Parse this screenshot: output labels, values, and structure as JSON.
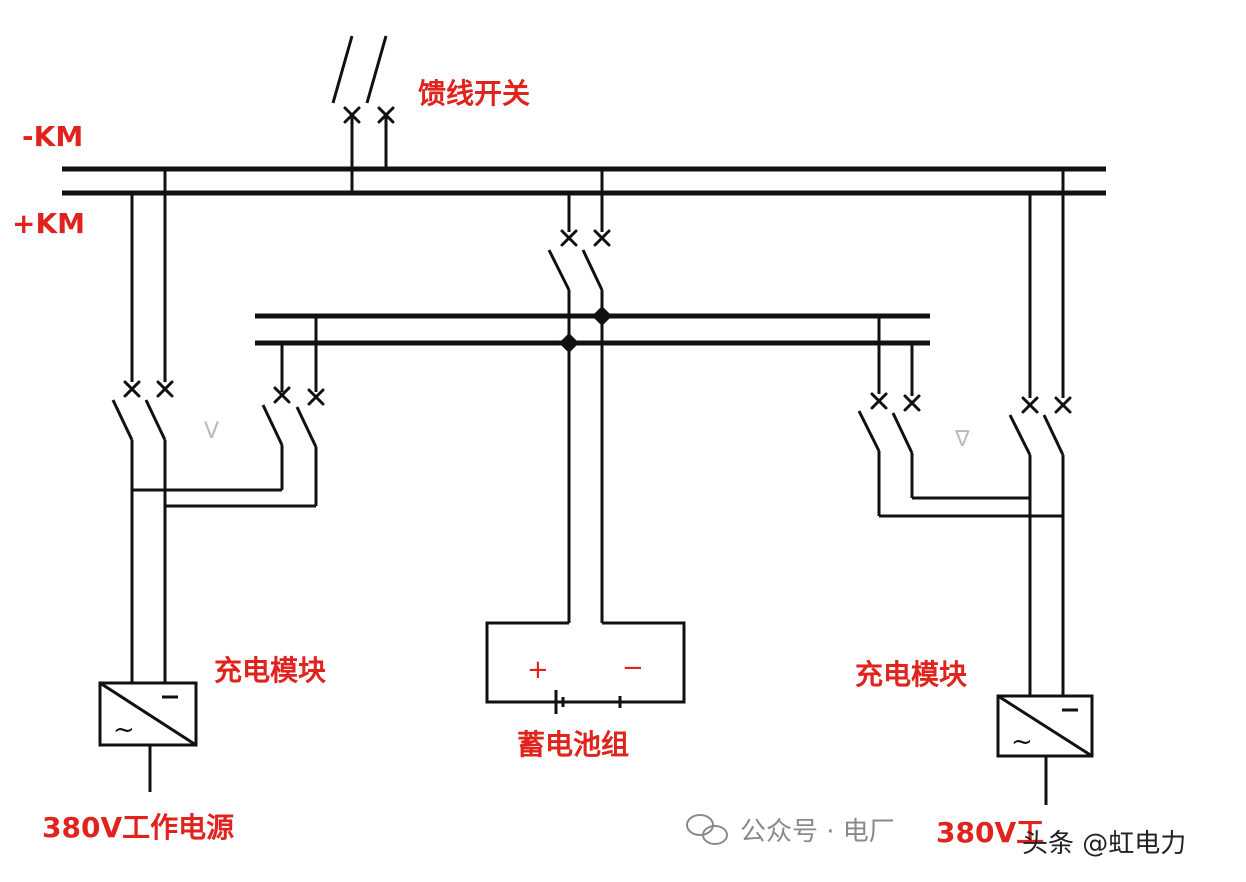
{
  "labels": {
    "neg_bus": "-KM",
    "pos_bus": "+KM",
    "feeder_switch": "馈线开关",
    "charger_left": "充电模块",
    "charger_right": "充电模块",
    "battery_bank": "蓄电池组",
    "battery_plus": "+",
    "battery_minus": "−",
    "power_left": "380V工作电源",
    "power_right": "380V工"
  },
  "watermarks": {
    "wechat": "公众号 · 电厂",
    "toutiao": "头条 @虹电力"
  },
  "colors": {
    "label": "#e0231c",
    "wire": "#111111"
  }
}
